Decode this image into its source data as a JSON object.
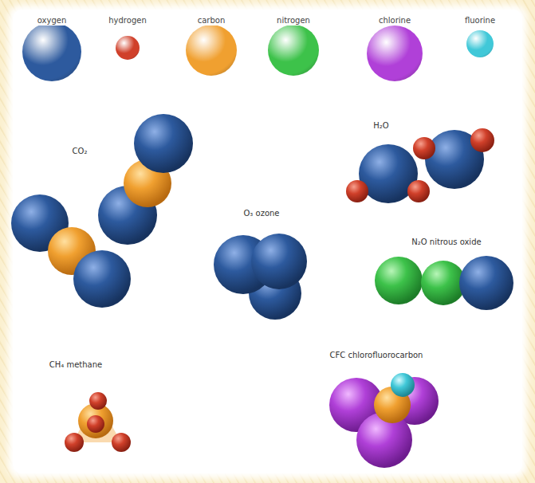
{
  "diagram": {
    "labels": [
      "CO₂",
      "O₃ ozone",
      "H₂O",
      "N₂O nitrous oxide",
      "CH₄ methane",
      "CFC chlorofluorocarbon"
    ],
    "legend": [
      {
        "text": "oxygen",
        "color": "#2d5a9e"
      },
      {
        "text": "hydrogen",
        "color": "#d0402a"
      },
      {
        "text": "carbon",
        "color": "#f0a030"
      },
      {
        "text": "nitrogen",
        "color": "#3dc24a"
      },
      {
        "text": "chlorine",
        "color": "#b040d8"
      },
      {
        "text": "fluorine",
        "color": "#40c8d8"
      }
    ]
  }
}
